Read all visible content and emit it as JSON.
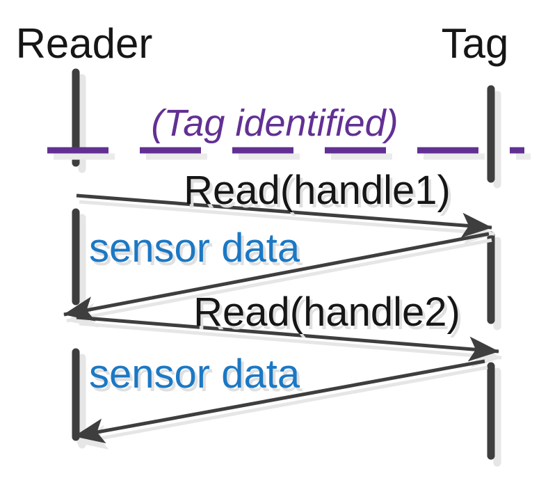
{
  "diagram_type": "sequence-diagram",
  "background": "#ffffff",
  "actors": [
    {
      "name": "Reader"
    },
    {
      "name": "Tag"
    }
  ],
  "annotation": {
    "label": "(Tag identified)",
    "color": "#623093",
    "divider_style": "dashed"
  },
  "messages": [
    {
      "label": "Read(handle1)",
      "from": "Reader",
      "to": "Tag",
      "label_color": "#161616"
    },
    {
      "label": "sensor data",
      "from": "Tag",
      "to": "Reader",
      "label_color": "#1b78c4"
    },
    {
      "label": "Read(handle2)",
      "from": "Reader",
      "to": "Tag",
      "label_color": "#161616"
    },
    {
      "label": "sensor data",
      "from": "Tag",
      "to": "Reader",
      "label_color": "#1b78c4"
    }
  ],
  "colors": {
    "lifeline": "#3e3e3e",
    "arrow": "#3e3e3e",
    "divider": "#623093",
    "request_text": "#161616",
    "response_text": "#1b78c4",
    "shadow": "#e6e6e6"
  }
}
